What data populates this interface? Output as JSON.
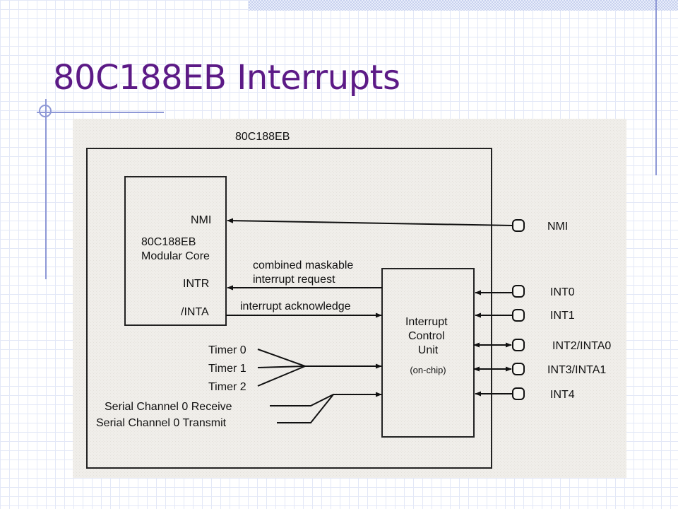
{
  "slide": {
    "title": "80C188EB Interrupts"
  },
  "diagram": {
    "chip_label": "80C188EB",
    "core": {
      "name": "80C188EB\nModular Core",
      "pins": [
        "NMI",
        "INTR",
        "/INTA"
      ]
    },
    "icu": {
      "name": "Interrupt\nControl\nUnit",
      "note": "(on-chip)"
    },
    "signals": {
      "intr": "combined maskable\ninterrupt request",
      "inta": "interrupt acknowledge"
    },
    "internal_sources": [
      "Timer 0",
      "Timer 1",
      "Timer 2",
      "Serial Channel 0 Receive",
      "Serial Channel 0 Transmit"
    ],
    "external_pins": [
      "NMI",
      "INT0",
      "INT1",
      "INT2/INTA0",
      "INT3/INTA1",
      "INT4"
    ]
  }
}
